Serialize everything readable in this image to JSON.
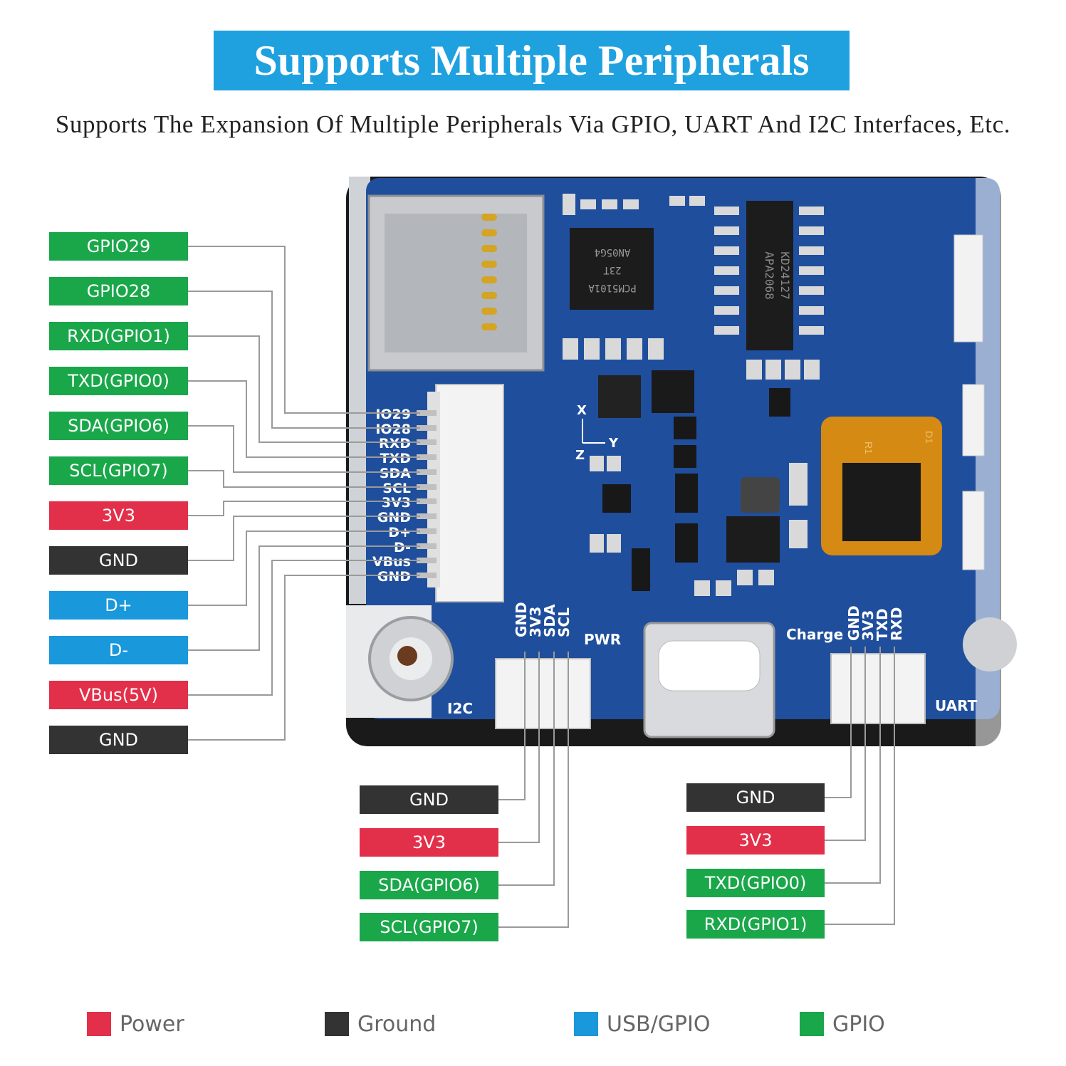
{
  "header": {
    "title": "Supports Multiple Peripherals",
    "subtitle": "Supports The Expansion Of Multiple Peripherals Via GPIO, UART And I2C Interfaces, Etc."
  },
  "left_pins": [
    {
      "label": "GPIO29",
      "type": "gpio"
    },
    {
      "label": "GPIO28",
      "type": "gpio"
    },
    {
      "label": "RXD(GPIO1)",
      "type": "gpio"
    },
    {
      "label": "TXD(GPIO0)",
      "type": "gpio"
    },
    {
      "label": "SDA(GPIO6)",
      "type": "gpio"
    },
    {
      "label": "SCL(GPIO7)",
      "type": "gpio"
    },
    {
      "label": "3V3",
      "type": "power"
    },
    {
      "label": "GND",
      "type": "ground"
    },
    {
      "label": "D+",
      "type": "usb"
    },
    {
      "label": "D-",
      "type": "usb"
    },
    {
      "label": "VBus(5V)",
      "type": "power"
    },
    {
      "label": "GND",
      "type": "ground"
    }
  ],
  "header_silkscreen": [
    "IO29",
    "IO28",
    "RXD",
    "TXD",
    "SDA",
    "SCL",
    "3V3",
    "GND",
    "D+",
    "D-",
    "VBus",
    "GND"
  ],
  "i2c_pins": [
    {
      "label": "GND",
      "type": "ground"
    },
    {
      "label": "3V3",
      "type": "power"
    },
    {
      "label": "SDA(GPIO6)",
      "type": "gpio"
    },
    {
      "label": "SCL(GPIO7)",
      "type": "gpio"
    }
  ],
  "uart_pins": [
    {
      "label": "GND",
      "type": "ground"
    },
    {
      "label": "3V3",
      "type": "power"
    },
    {
      "label": "TXD(GPIO0)",
      "type": "gpio"
    },
    {
      "label": "RXD(GPIO1)",
      "type": "gpio"
    }
  ],
  "board": {
    "i2c_silk": [
      "GND",
      "3V3",
      "SDA",
      "SCL"
    ],
    "uart_silk": [
      "GND",
      "3V3",
      "TXD",
      "RXD"
    ],
    "i2c_label": "I2C",
    "uart_label": "UART",
    "pwr_label": "PWR",
    "charge_label": "Charge",
    "axis_x": "X",
    "axis_y": "Y",
    "axis_z": "Z",
    "chip1_text": "PCM5101A",
    "chip1_text2": "23T",
    "chip1_text3": "AN05G4",
    "chip2_text": "APA2068",
    "chip2_text2": "KD24127",
    "r1": "R1",
    "d1": "D1"
  },
  "legend": [
    {
      "label": "Power",
      "color": "#e3304a"
    },
    {
      "label": "Ground",
      "color": "#333333"
    },
    {
      "label": "USB/GPIO",
      "color": "#1998dc"
    },
    {
      "label": "GPIO",
      "color": "#1aa74a"
    }
  ],
  "colors": {
    "banner": "#1fa1e0",
    "pcb": "#1f4e9c",
    "power": "#e3304a",
    "ground": "#333333",
    "usb": "#1998dc",
    "gpio": "#1aa74a"
  }
}
